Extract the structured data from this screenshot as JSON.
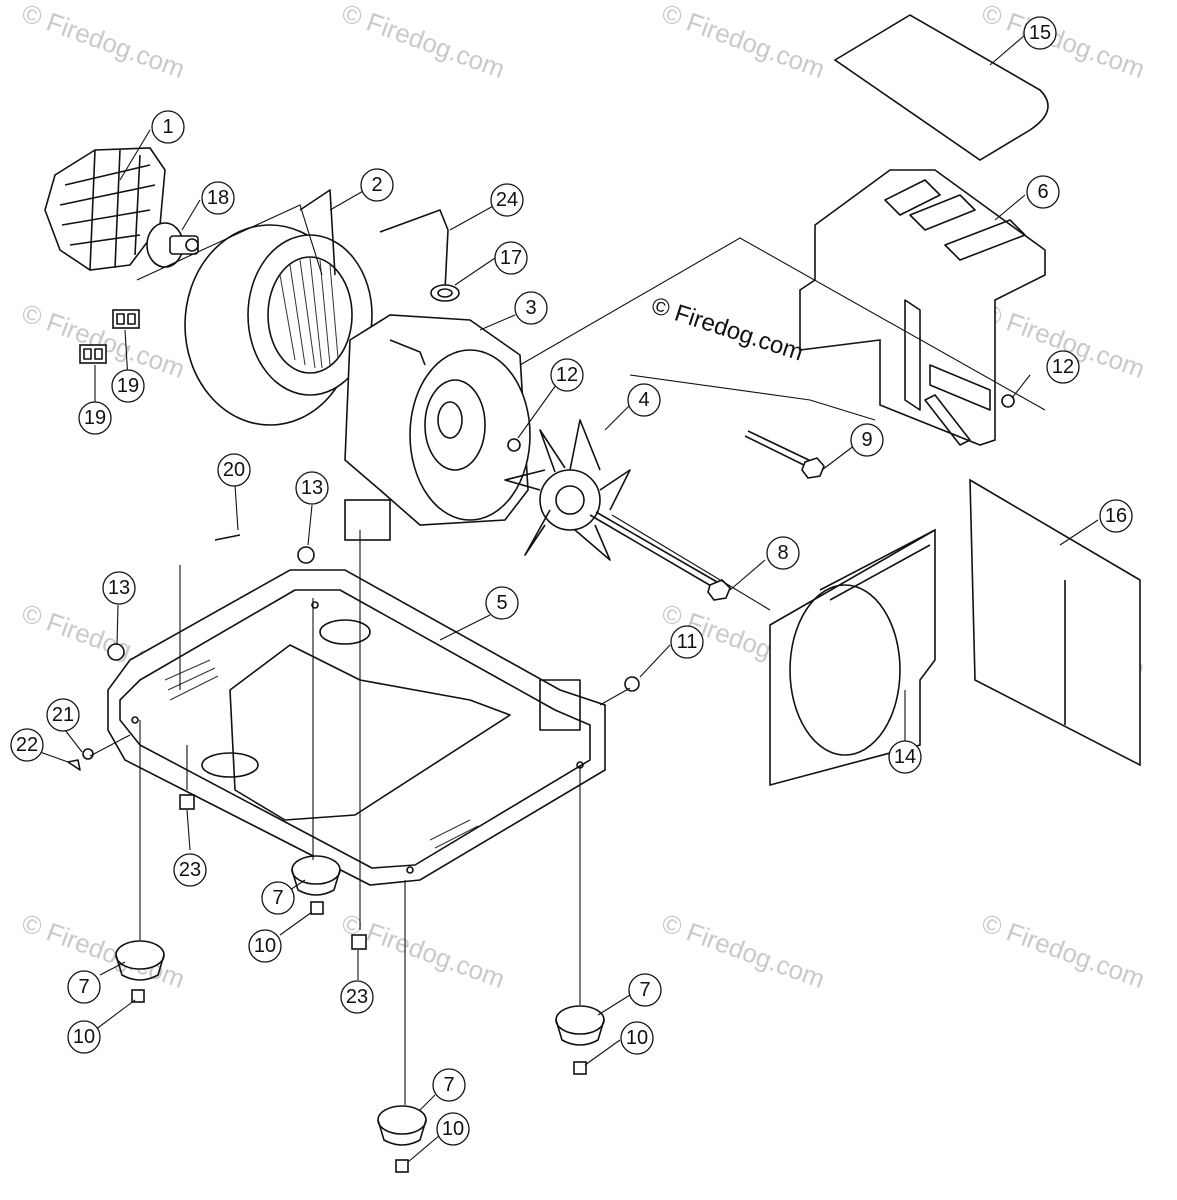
{
  "watermark_text": "© Firedog.com",
  "copyright_text": "© Firedog.com",
  "callouts": [
    {
      "label": "1"
    },
    {
      "label": "2"
    },
    {
      "label": "3"
    },
    {
      "label": "4"
    },
    {
      "label": "5"
    },
    {
      "label": "6"
    },
    {
      "label": "7"
    },
    {
      "label": "7"
    },
    {
      "label": "7"
    },
    {
      "label": "7"
    },
    {
      "label": "8"
    },
    {
      "label": "9"
    },
    {
      "label": "10"
    },
    {
      "label": "10"
    },
    {
      "label": "10"
    },
    {
      "label": "10"
    },
    {
      "label": "11"
    },
    {
      "label": "12"
    },
    {
      "label": "12"
    },
    {
      "label": "13"
    },
    {
      "label": "13"
    },
    {
      "label": "14"
    },
    {
      "label": "15"
    },
    {
      "label": "16"
    },
    {
      "label": "17"
    },
    {
      "label": "18"
    },
    {
      "label": "19"
    },
    {
      "label": "19"
    },
    {
      "label": "20"
    },
    {
      "label": "21"
    },
    {
      "label": "22"
    },
    {
      "label": "23"
    },
    {
      "label": "23"
    },
    {
      "label": "24"
    }
  ]
}
